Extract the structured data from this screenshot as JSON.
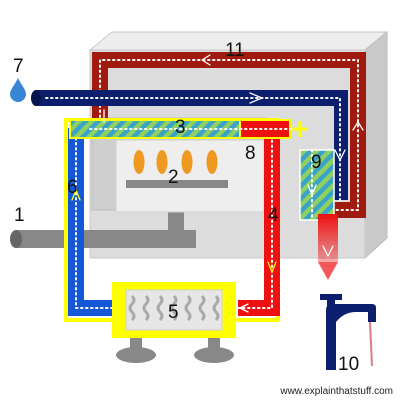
{
  "labels": {
    "n1": "1",
    "n2": "2",
    "n3": "3",
    "n4": "4",
    "n5": "5",
    "n6": "6",
    "n7": "7",
    "n8": "8",
    "n9": "9",
    "n10": "10",
    "n11": "11"
  },
  "credit": "www.explainthatstuff.com",
  "colors": {
    "hot_water": "#cc0000",
    "flow_red": "#ee1111",
    "dark_red_loop": "#a01a10",
    "cold_water": "#0b1f6e",
    "blue_loop": "#1458d8",
    "yellow_pipe": "#ffff00",
    "heat_exchanger_stripe": "#66c3d8",
    "heat_exchanger_green": "#8fd060",
    "casing": "#dcdcdc",
    "gas_pipe": "#888888",
    "flame": "#ee9a22"
  }
}
